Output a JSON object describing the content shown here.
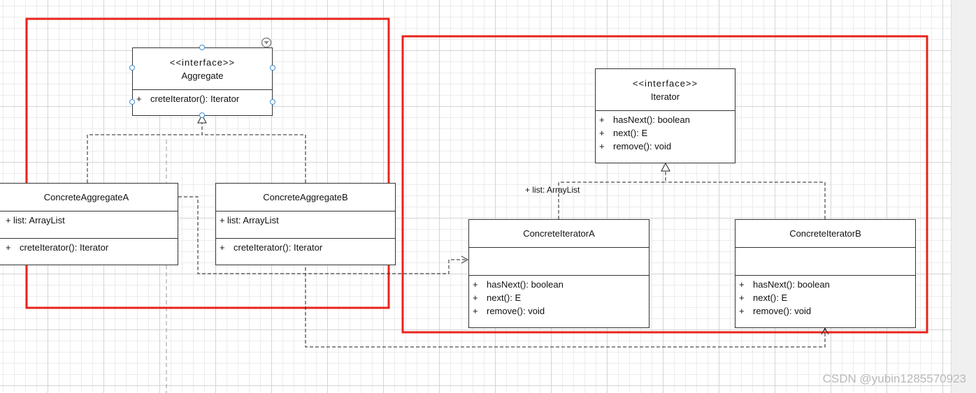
{
  "classes": {
    "aggregate": {
      "stereotype": "<<interface>>",
      "name": "Aggregate",
      "ops": [
        {
          "vis": "+",
          "text": "creteIterator(): Iterator"
        }
      ]
    },
    "iterator": {
      "stereotype": "<<interface>>",
      "name": "Iterator",
      "ops": [
        {
          "vis": "+",
          "text": "hasNext(): boolean"
        },
        {
          "vis": "+",
          "text": "next(): E"
        },
        {
          "vis": "+",
          "text": "remove(): void"
        }
      ]
    },
    "concrete_aggregate_a": {
      "name": "ConcreteAggregateA",
      "attrs": [
        {
          "vis": "+",
          "text": "list: ArrayList"
        }
      ],
      "ops": [
        {
          "vis": "+",
          "text": "creteIterator(): Iterator"
        }
      ]
    },
    "concrete_aggregate_b": {
      "name": "ConcreteAggregateB",
      "attrs": [
        {
          "vis": "+",
          "text": "list: ArrayList"
        }
      ],
      "ops": [
        {
          "vis": "+",
          "text": "creteIterator(): Iterator"
        }
      ]
    },
    "concrete_iterator_a": {
      "name": "ConcreteIteratorA",
      "ops": [
        {
          "vis": "+",
          "text": "hasNext(): boolean"
        },
        {
          "vis": "+",
          "text": "next(): E"
        },
        {
          "vis": "+",
          "text": "remove(): void"
        }
      ]
    },
    "concrete_iterator_b": {
      "name": "ConcreteIteratorB",
      "ops": [
        {
          "vis": "+",
          "text": "hasNext(): boolean"
        },
        {
          "vis": "+",
          "text": "next(): E"
        },
        {
          "vis": "+",
          "text": "remove(): void"
        }
      ]
    }
  },
  "edge_labels": {
    "iterator_realization": "+ list: ArrayList"
  },
  "watermark": "CSDN @yubin1285570923",
  "colors": {
    "highlight_box": "#e8241c",
    "selection_handle": "#3d8fd6",
    "line": "#222222"
  }
}
